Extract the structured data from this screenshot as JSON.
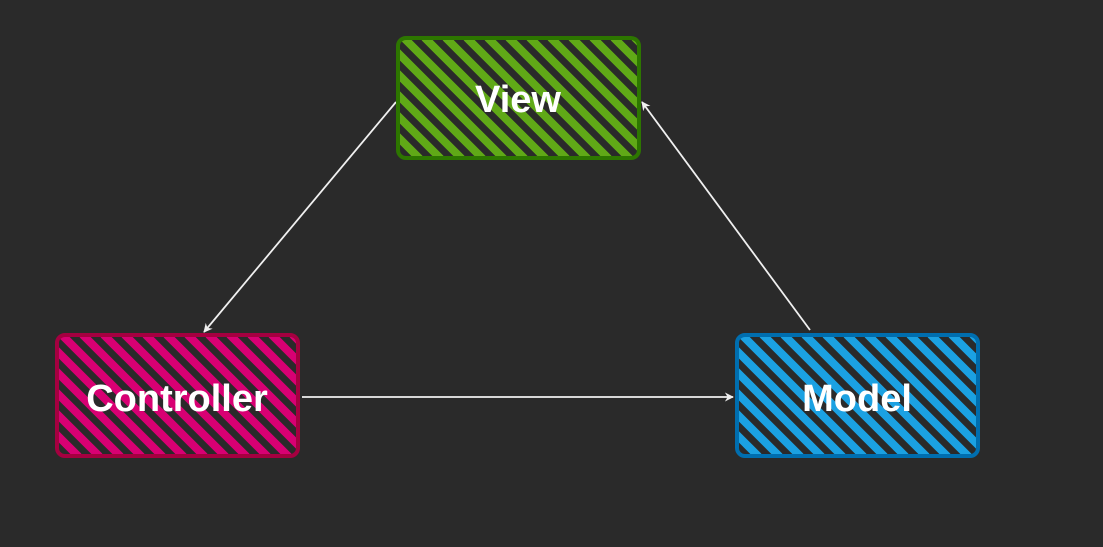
{
  "diagram": {
    "background": "#2a2a2a",
    "edge_color": "#f0f0f0",
    "nodes": {
      "view": {
        "label": "View",
        "fill": "#60a917",
        "stroke": "#2d7600"
      },
      "controller": {
        "label": "Controller",
        "fill": "#d80073",
        "stroke": "#a50040"
      },
      "model": {
        "label": "Model",
        "fill": "#1ba1e2",
        "stroke": "#006eaf"
      }
    },
    "edges": [
      {
        "from": "view",
        "to": "controller"
      },
      {
        "from": "controller",
        "to": "model"
      },
      {
        "from": "model",
        "to": "view"
      }
    ]
  }
}
